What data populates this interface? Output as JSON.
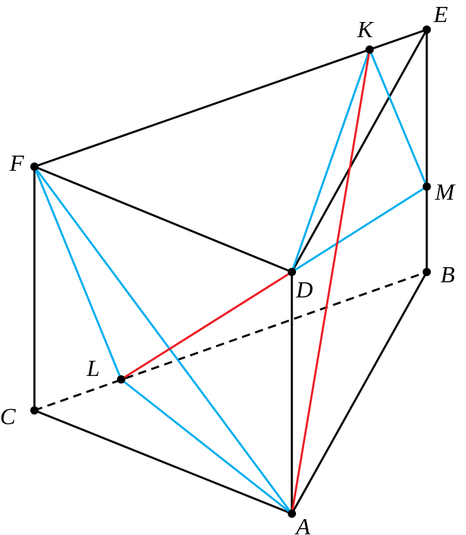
{
  "diagram": {
    "points": {
      "A": "A",
      "B": "B",
      "C": "C",
      "D": "D",
      "E": "E",
      "F": "F",
      "K": "K",
      "L": "L",
      "M": "M"
    },
    "colors": {
      "edge": "#000000",
      "highlight_blue": "#00aeef",
      "highlight_red": "#ee1c24"
    }
  }
}
